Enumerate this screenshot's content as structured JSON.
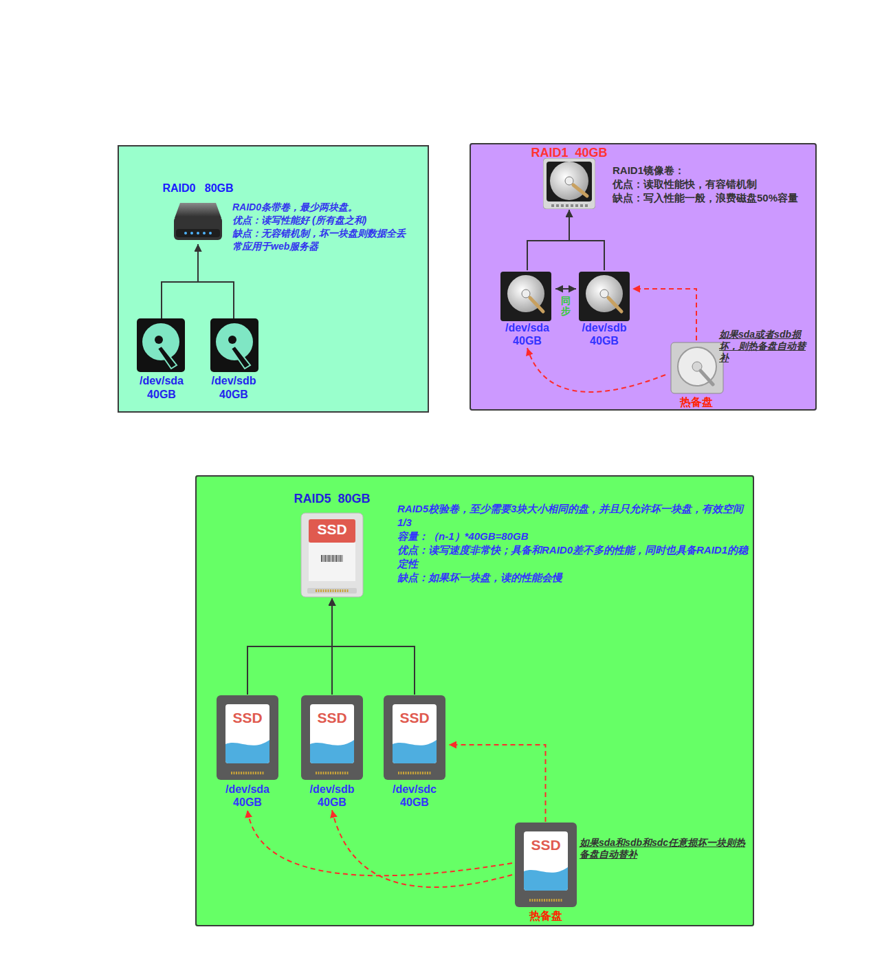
{
  "diagram": {
    "nodes": [
      {
        "text": [
          "RAID0条带卷，最少两块盘。",
          "优点：读写性能好 (所有盘之和)",
          "缺点：无容错机制，坏一块盘则数据全丢",
          "常应用于web服务器"
        ]
      },
      {
        "text": [
          "RAID0   80GB"
        ],
        "in": 0
      },
      {
        "text": [
          "/dev/sda 40GB"
        ],
        "in": 0
      },
      {
        "text": [
          "/dev/sdb 40GB"
        ],
        "in": 0
      },
      {
        "text": [
          "RAID1镜像卷：",
          "优点：读取性能快，有容错机制",
          "缺点：写入性能一般，浪费磁盘50%容量"
        ]
      },
      {
        "text": [
          "RAID1  40GB"
        ],
        "in": 4
      },
      {
        "text": [
          "/dev/sda 40GB"
        ],
        "in": 4
      },
      {
        "text": [
          "/dev/sdb 40GB"
        ],
        "in": 4
      },
      {
        "text": [
          "热备盘"
        ],
        "in": 4
      },
      {
        "text": [
          "RAID5校验卷，至少需要3块大小相同的盘，并且只允许坏一块盘，有效空间1/3",
          "容量：（n-1）*40GB=80GB",
          "优点：读写速度非常快；具备和RAID0差不多的性能，同时也具备RAID1的稳定性",
          "缺点：如果坏一块盘，读的性能会慢"
        ]
      },
      {
        "text": [
          "RAID5  80GB",
          "SSD"
        ],
        "in": 9
      },
      {
        "text": [
          "SSD",
          "/dev/sda 40GB"
        ],
        "in": 9
      },
      {
        "text": [
          "SSD",
          "/dev/sdb 40GB"
        ],
        "in": 9
      },
      {
        "text": [
          "SSD",
          "/dev/sdc 40GB"
        ],
        "in": 9
      },
      {
        "text": [
          "SSD",
          "热备盘"
        ],
        "in": 9
      }
    ],
    "edges": [
      {
        "from": 2,
        "to": 1,
        "arrow": "to"
      },
      {
        "from": 3,
        "to": 1,
        "arrow": "to"
      },
      {
        "from": 6,
        "to": 5,
        "arrow": "to"
      },
      {
        "from": 7,
        "to": 5,
        "arrow": "to"
      },
      {
        "from": 6,
        "to": 7,
        "label": "同步",
        "arrow": "both"
      },
      {
        "from": 8,
        "to": 7,
        "arrow": "to"
      },
      {
        "from": 8,
        "to": 6,
        "arrow": "to"
      },
      {
        "from": 11,
        "to": 10,
        "arrow": "to"
      },
      {
        "from": 12,
        "to": 10,
        "arrow": "to"
      },
      {
        "from": 13,
        "to": 10,
        "arrow": "to"
      },
      {
        "from": 14,
        "to": 13,
        "arrow": "to"
      },
      {
        "from": 14,
        "to": 12,
        "arrow": "to"
      },
      {
        "from": 14,
        "to": 11,
        "arrow": "to"
      }
    ],
    "labels": [
      "如果sda或者sdb损坏，则热备盘自动替补",
      "如果sda和sdb和sdc任意损坏一块则热备盘自动替补"
    ]
  }
}
